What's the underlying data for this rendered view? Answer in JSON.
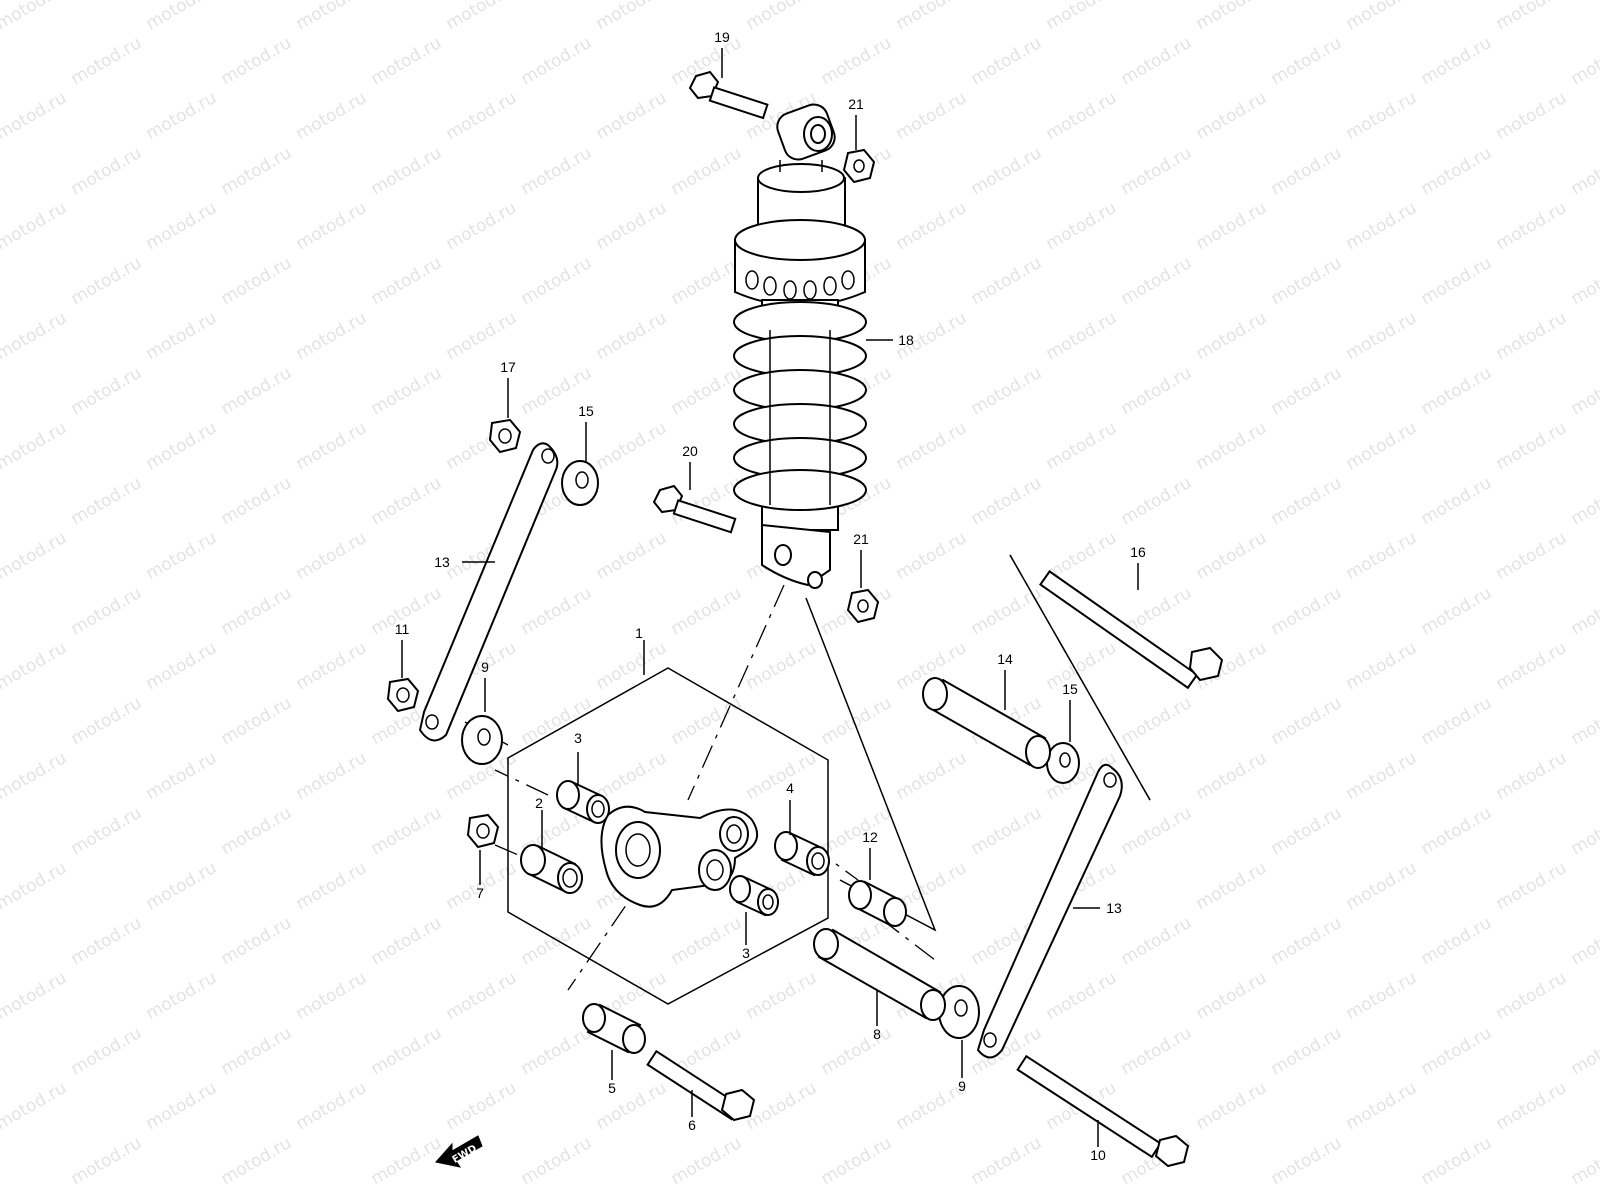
{
  "watermark": "motod.ru",
  "callouts": [
    "1",
    "2",
    "3",
    "3",
    "4",
    "5",
    "6",
    "7",
    "8",
    "9",
    "9",
    "10",
    "11",
    "12",
    "13",
    "13",
    "14",
    "15",
    "15",
    "16",
    "17",
    "18",
    "19",
    "20",
    "21",
    "21"
  ],
  "fwd_label": "FWD",
  "colors": {
    "line": "#000000",
    "watermark": "#e3e3e3",
    "background": "#ffffff"
  }
}
